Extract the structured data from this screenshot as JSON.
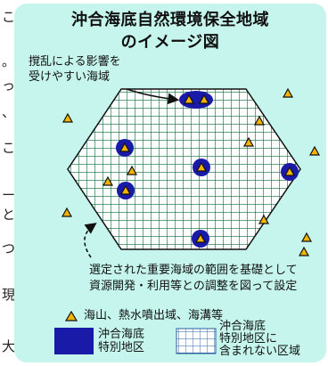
{
  "side_text": [
    "こ",
    "。",
    "っ",
    "、",
    "こ",
    "ー",
    "と",
    "つ",
    "現",
    "大"
  ],
  "diagram": {
    "title_line1": "沖合海底自然環境保全地域",
    "title_line2": "のイメージ図",
    "callout_top_line1": "撹乱による影響を",
    "callout_top_line2": "受けやすい海域",
    "callout_bottom_line1": "選定された重要海域の範囲を基礎として",
    "callout_bottom_line2": "資源開発・利用等との調整を図って設定"
  },
  "legend": {
    "triangle_label": "海山、熱水噴出域、海溝等",
    "special_label_line1": "沖合海底",
    "special_label_line2": "特別地区",
    "grid_label_line1": "沖合海底",
    "grid_label_line2": "特別地区に",
    "grid_label_line3": "含まれない区域"
  },
  "colors": {
    "panel_bg": "#c5f5ec",
    "special_zone": "#1a1aa8",
    "triangle_fill": "#f4b400",
    "grid_line": "#0b6b3a"
  },
  "icons": [
    "triangle-marker-icon",
    "special-zone-circle-icon",
    "grid-area-icon"
  ]
}
